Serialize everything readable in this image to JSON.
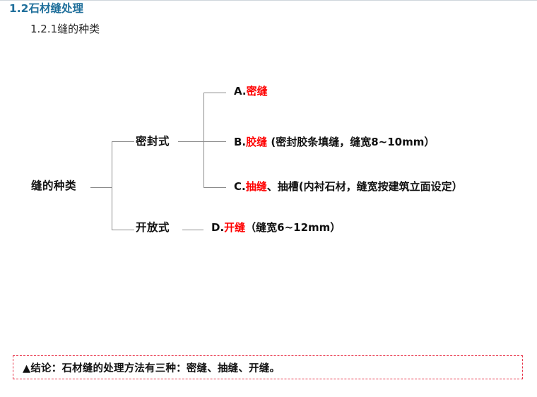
{
  "slide": {
    "heading_1": "1.2石材缝处理",
    "heading_2": "1.2.1缝的种类",
    "accent_color": "#1f6f9b",
    "highlight_color": "#ff0000",
    "line_color": "#8c8c8c",
    "box_border_color": "#e8354a"
  },
  "diagram": {
    "type": "tree",
    "root": "缝的种类",
    "branches": [
      {
        "label": "密封式",
        "leaves": [
          {
            "marker": "A.",
            "highlight": "密缝",
            "rest": ""
          },
          {
            "marker": "B.",
            "highlight": "胶缝",
            "rest": " (密封胶条填缝，缝宽8~10mm）"
          },
          {
            "marker": "C.",
            "highlight": "抽缝",
            "rest": "、抽槽(内衬石材，缝宽按建筑立面设定）"
          }
        ]
      },
      {
        "label": "开放式",
        "leaves": [
          {
            "marker": "D.",
            "highlight": "开缝",
            "rest": "（缝宽6~12mm）"
          }
        ]
      }
    ]
  },
  "conclusion": {
    "marker": "▲",
    "text": "▲结论：石材缝的处理方法有三种：密缝、抽缝、开缝。"
  }
}
